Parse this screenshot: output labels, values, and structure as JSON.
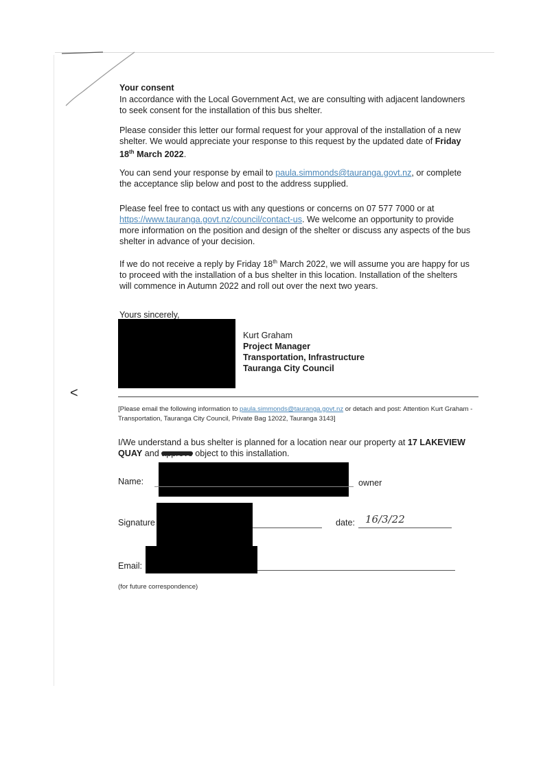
{
  "consent": {
    "heading": "Your consent",
    "p1": "In accordance with the Local Government Act, we are consulting with adjacent landowners to seek consent for the installation of this bus shelter.",
    "p2_text": "Please consider this letter our formal request for your approval of the installation of a new shelter. We would appreciate your response to this request by the updated date of ",
    "p2_date": "Friday 18",
    "p2_date_sup": "th",
    "p2_date_end": " March 2022",
    "p2_end": ".",
    "p3_start": "You can send your response by email to ",
    "p3_email": "paula.simmonds@tauranga.govt.nz",
    "p3_end": ", or complete the acceptance slip below and post to the address supplied.",
    "p4_start": "Please feel free to contact us with any questions or concerns on 07 577 7000 or at ",
    "p4_link": "https://www.tauranga.govt.nz/council/contact-us",
    "p4_end": ". We welcome an opportunity to provide more information on the position and design of the shelter or discuss any aspects of the bus shelter in advance of your decision.",
    "p5_start": "If we do not receive a reply by Friday 18",
    "p5_sup": "th",
    "p5_end": " March 2022, we will assume you are happy for us to proceed with the installation of a bus shelter in this location. Installation of the shelters will commence in Autumn 2022 and roll out over the next two years."
  },
  "signoff": {
    "closing": "Yours sincerely,",
    "name": "Kurt Graham",
    "title": "Project Manager",
    "department": "Transportation, Infrastructure",
    "org": "Tauranga City Council"
  },
  "nav": {
    "back_glyph": "<"
  },
  "slip": {
    "instr_start": "[Please email the following information to ",
    "instr_email": "paula.simmonds@tauranga.govt.nz",
    "instr_end": " or detach and post: Attention Kurt Graham -Transportation, Tauranga City Council, Private Bag 12022, Tauranga 3143]",
    "statement_start": "I/We understand a bus shelter is planned for a location near our property at ",
    "statement_addr": "17 LAKEVIEW QUAY",
    "statement_mid": " and ",
    "statement_struck": "approve",
    "statement_end": " object to this installation.",
    "name_label": "Name:",
    "owner_label": "owner",
    "signature_label": "Signature",
    "date_label": "date:",
    "date_value": "16/3/22",
    "email_label": "Email:",
    "email_note": "(for future correspondence)"
  }
}
